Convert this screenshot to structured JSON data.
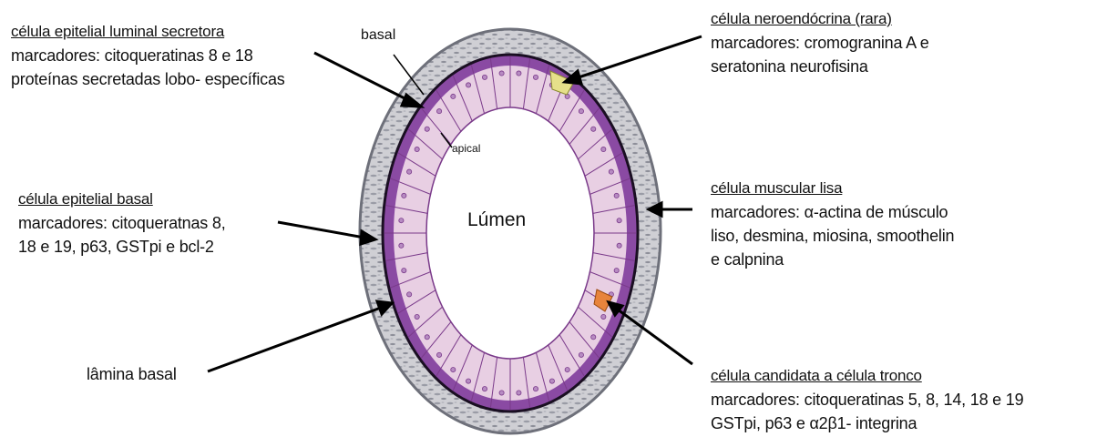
{
  "center_label": "Lúmen",
  "basal_label": "basal",
  "apical_label": "apical",
  "luminal": {
    "title": "célula epitelial luminal secretora",
    "line1": "marcadores: citoqueratinas 8 e 18",
    "line2": "proteínas secretadas lobo- específicas"
  },
  "neuroendocrine": {
    "title": "célula neroendócrina (rara)",
    "line1": "marcadores: cromogranina A e",
    "line2": "seratonina neurofisina"
  },
  "basal_cell": {
    "title": "célula epitelial basal",
    "line1": "marcadores: citoqueratnas 8,",
    "line2": "18 e 19, p63, GSTpi e bcl-2"
  },
  "smooth_muscle": {
    "title": "célula muscular lisa",
    "line1": "marcadores: α-actina de músculo",
    "line2": "liso, desmina, miosina, smoothelin",
    "line3": "e calpnina"
  },
  "basal_lamina": {
    "label": "lâmina basal"
  },
  "stem_cell": {
    "title": "célula candidata a célula tronco",
    "line1": "marcadores: citoqueratinas 5, 8, 14, 18 e 19",
    "line2": "GSTpi, p63 e α2β1- integrina"
  },
  "colors": {
    "stroma": "#c9c9cf",
    "stroma_dark": "#7d7f8a",
    "basal_layer": "#8a4aa3",
    "luminal_cell": "#e8cfe3",
    "cell_border": "#7a3a8a",
    "lumen": "#ffffff",
    "neuroendocrine_cell": "#e6e08a",
    "stem_cell": "#e8843c"
  }
}
